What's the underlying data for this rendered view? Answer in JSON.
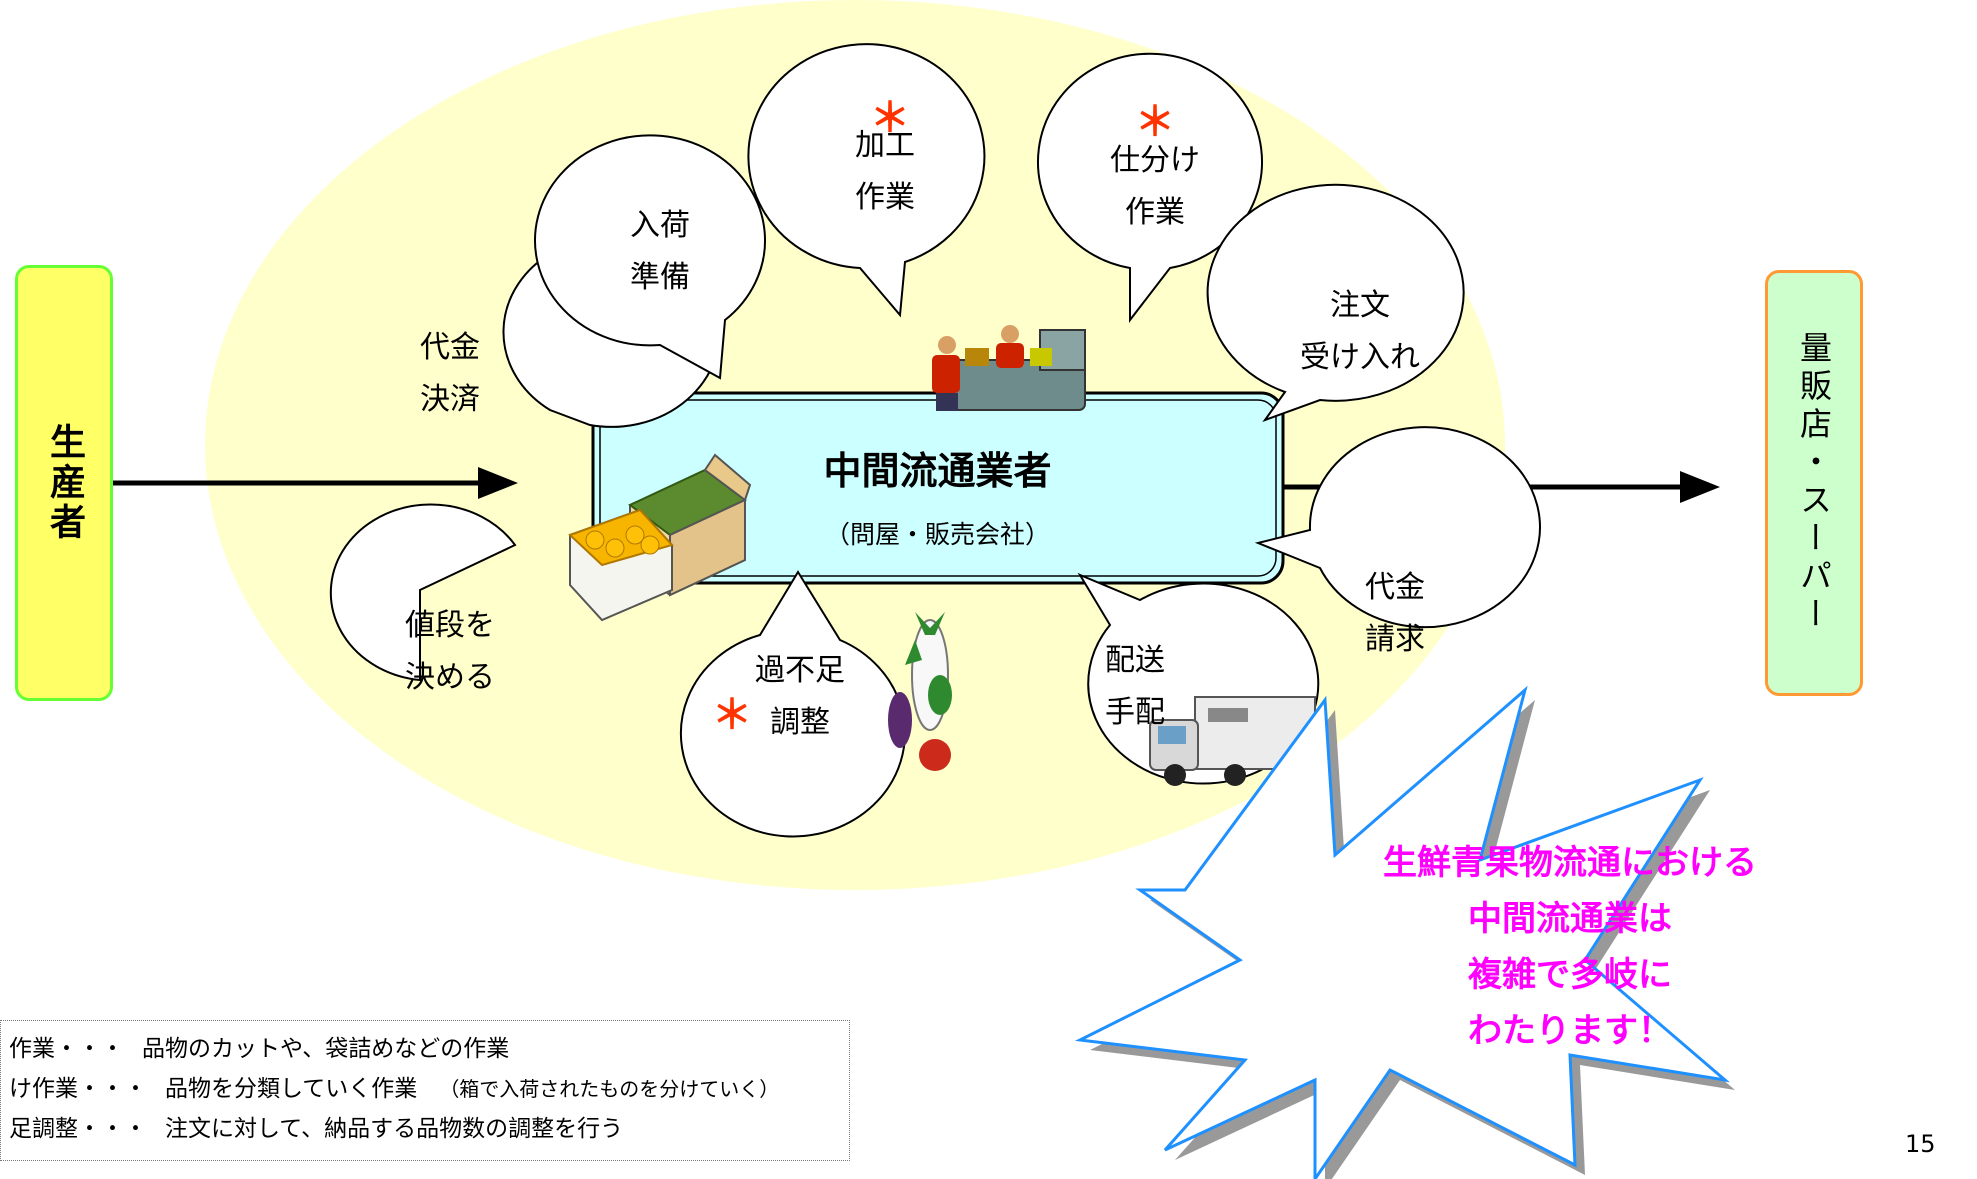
{
  "producer": {
    "label": "生産者"
  },
  "retailer": {
    "label": "量販店・スーパー"
  },
  "intermediary": {
    "title": "中間流通業者",
    "subtitle": "（問屋・販売会社）"
  },
  "bubbles": [
    {
      "id": "price-decide",
      "text": "値段を\n決める",
      "marked": false
    },
    {
      "id": "payment-settlement",
      "text": "代金\n決済",
      "marked": false
    },
    {
      "id": "arrival-prep",
      "text": "入荷\n準備",
      "marked": false
    },
    {
      "id": "processing-work",
      "text": "加工\n作業",
      "marked": true
    },
    {
      "id": "sorting-work",
      "text": "仕分け\n作業",
      "marked": true
    },
    {
      "id": "order-intake",
      "text": "注文\n受け入れ",
      "marked": false
    },
    {
      "id": "billing",
      "text": "代金\n請求",
      "marked": false
    },
    {
      "id": "delivery-arrangement",
      "text": "配送\n手配",
      "marked": false
    },
    {
      "id": "shortage-adjustment",
      "text": "過不足\n調整",
      "marked": true
    }
  ],
  "mark_symbol": "＊",
  "callout": {
    "lines": [
      "生鮮青果物流通における",
      "中間流通業は",
      "複雑で多岐に",
      "わたります！"
    ]
  },
  "notes": [
    {
      "term": "作業・・・",
      "desc": "品物のカットや、袋詰めなどの作業",
      "extra": ""
    },
    {
      "term": "け作業・・・",
      "desc": "品物を分類していく作業",
      "extra": "（箱で入荷されたものを分けていく）"
    },
    {
      "term": "足調整・・・",
      "desc": "注文に対して、納品する品物数の調整を行う",
      "extra": ""
    }
  ],
  "page_number": "15",
  "colors": {
    "ellipse_fill": "#ffffcc",
    "producer_fill": "#ffff66",
    "producer_border": "#66ff33",
    "retailer_fill": "#ccffcc",
    "retailer_border": "#ff9933",
    "central_fill": "#ccffff",
    "mark": "#ff3300",
    "callout_text": "#ff00ff",
    "callout_border": "#1e90ff"
  },
  "icons": [
    "workers-conveyor-icon",
    "produce-boxes-icon",
    "vegetables-icon",
    "delivery-truck-icon"
  ]
}
